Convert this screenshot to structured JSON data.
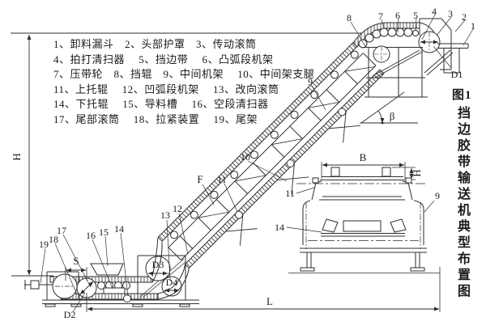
{
  "page": {
    "background": "#ffffff",
    "ink": "#2e2e2e"
  },
  "caption": {
    "prefix": "图1",
    "title": "挡边胶带输送机典型布置图"
  },
  "legend": {
    "lines": [
      "1、卸料漏斗　2、头部护罩　3、传动滚筒",
      "4、拍打清扫器　 5、挡边带　 6、凸弧段机架",
      "7、压带轮　8、挡辊　9、中间机架　 10、中间架支腿",
      "11、上托辊　 12、凹弧段机架　 13、改向滚筒",
      "14、下托辊　 15、导料槽　 16、空段清扫器",
      "17、尾部滚筒　 18、拉紧装置　 19、尾架"
    ]
  },
  "labels": {
    "n1": "1",
    "n2": "2",
    "n3": "3",
    "n4": "4",
    "n5": "5",
    "n6": "6",
    "n7": "7",
    "n8": "8",
    "n9": "9",
    "n10": "10",
    "n11": "11",
    "n12": "12",
    "n13": "13",
    "n14": "14",
    "n15": "15",
    "n16": "16",
    "n17": "17",
    "n18": "18",
    "n19": "19",
    "f": "F",
    "beta": "β",
    "d1": "D1",
    "d2": "D2",
    "d3": "D3",
    "d4": "D4",
    "dim_h": "H",
    "dim_l": "L",
    "dim_s": "S",
    "dim_b": "B",
    "dim_section_h": "H"
  }
}
